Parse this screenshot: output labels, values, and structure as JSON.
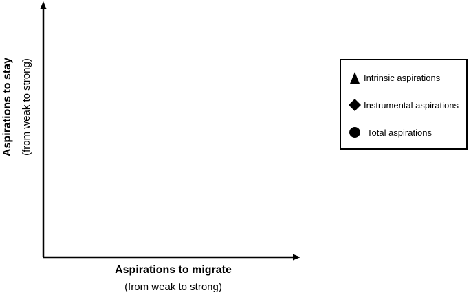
{
  "diagram": {
    "x_axis": {
      "title": "Aspirations to migrate",
      "subtitle": "(from weak to strong)"
    },
    "y_axis": {
      "title": "Aspirations to stay",
      "subtitle": "(from weak to strong)"
    },
    "legend": {
      "items": [
        {
          "label": "Intrinsic aspirations",
          "marker": "triangle"
        },
        {
          "label": "Instrumental aspirations",
          "marker": "diamond"
        },
        {
          "label": "Total aspirations",
          "marker": "circle"
        }
      ]
    },
    "colors": {
      "axis": "#000000",
      "marker": "#000000",
      "background": "#ffffff"
    }
  }
}
